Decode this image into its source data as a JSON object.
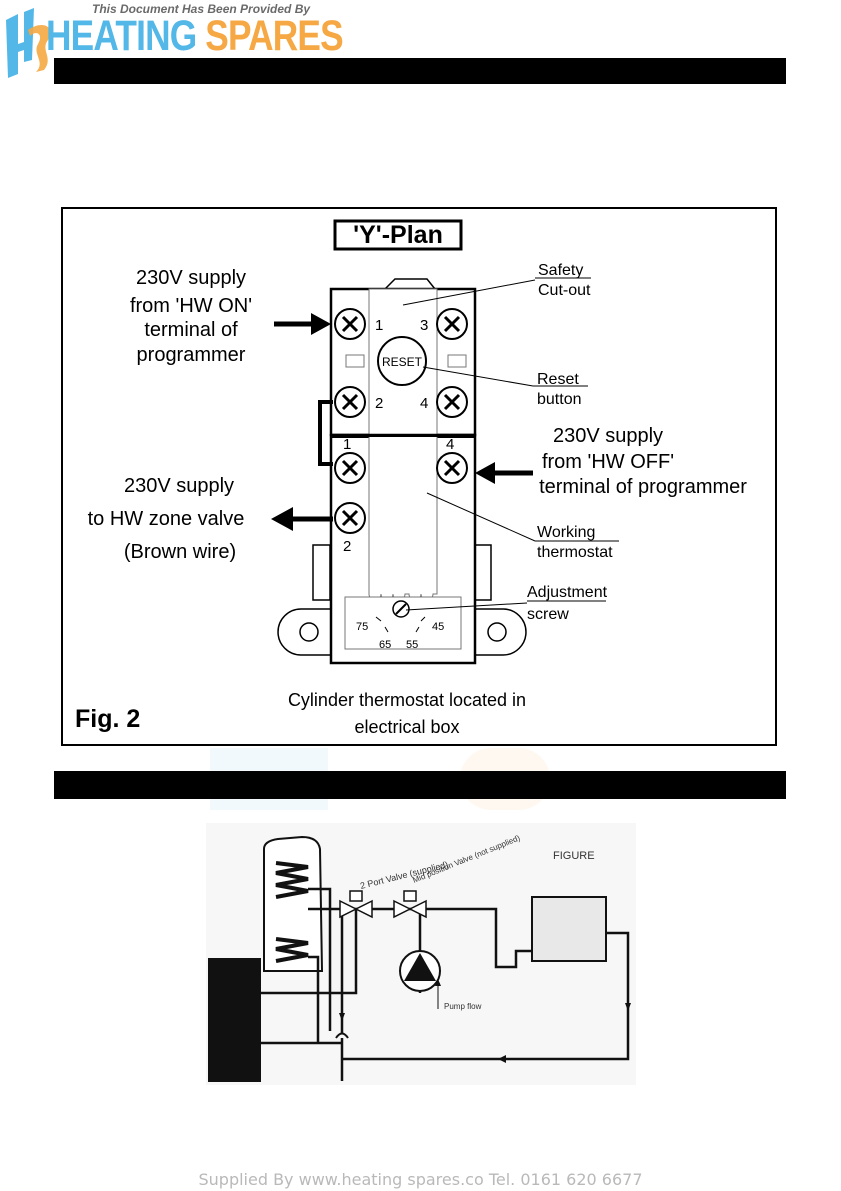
{
  "header": {
    "logo_tagline": "This Document Has Been Provided By",
    "logo_word1": "HEATING",
    "logo_word2": "SPARES",
    "logo_mark": "HS"
  },
  "figure2": {
    "plan_title": "'Y'-Plan",
    "label_hw_on": [
      "230V supply",
      "from 'HW ON'",
      "terminal of",
      "programmer"
    ],
    "label_safety": [
      "Safety",
      "Cut-out"
    ],
    "label_reset": [
      "Reset",
      "button"
    ],
    "reset_text": "RESET",
    "label_hw_off": [
      "230V supply",
      "from 'HW OFF'",
      "terminal of programmer"
    ],
    "label_zone_valve": [
      "230V supply",
      "to HW zone valve",
      "(Brown wire)"
    ],
    "label_working": [
      "Working",
      "thermostat"
    ],
    "label_adjust": [
      "Adjustment",
      "screw"
    ],
    "terminals_top": [
      "1",
      "3",
      "2",
      "4"
    ],
    "terminals_bottom": [
      "1",
      "4",
      "2"
    ],
    "dial_marks": [
      "75",
      "65",
      "55",
      "45"
    ],
    "fig_label": "Fig. 2",
    "caption": [
      "Cylinder thermostat located in",
      "electrical box"
    ]
  },
  "figure3": {
    "label_figure": "FIGURE",
    "label_2port": "2 Port Valve (supplied)",
    "label_midpos": "Mid position Valve (not supplied)",
    "label_pump": "Pump flow"
  },
  "footer": {
    "text": "Supplied By www.heating spares.co  Tel. 0161 620 6677"
  },
  "colors": {
    "logo_blue": "#53b7e8",
    "logo_orange": "#f5a843"
  }
}
